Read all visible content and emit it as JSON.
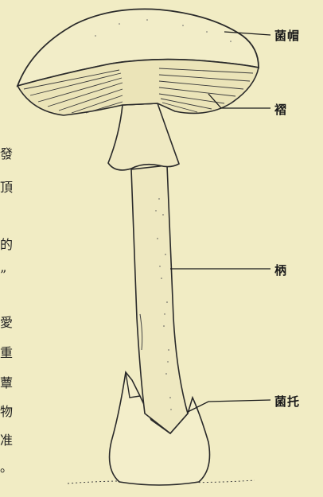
{
  "labels": {
    "cap": "菌帽",
    "gills": "褶",
    "stem": "柄",
    "volva": "菌托"
  },
  "margin_text": [
    "發",
    "頂",
    "的",
    "”",
    "愛",
    "重",
    "蕈",
    "物",
    "准",
    "。"
  ],
  "colors": {
    "paper": "#f1ecc4",
    "ink": "#1b1b1b"
  }
}
